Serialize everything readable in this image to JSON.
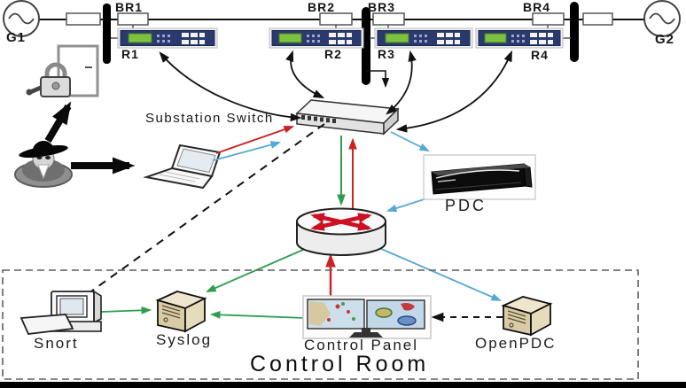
{
  "figure": {
    "description": "Substation cyber-physical testbed network diagram with attacker, relays, switch, PDC, router and control room"
  },
  "generators": [
    {
      "label": "G1"
    },
    {
      "label": "G2"
    }
  ],
  "breakers": [
    {
      "label": "BR1"
    },
    {
      "label": "BR2"
    },
    {
      "label": "BR3"
    },
    {
      "label": "BR4"
    }
  ],
  "relays": [
    {
      "label": "R1"
    },
    {
      "label": "R2"
    },
    {
      "label": "R3"
    },
    {
      "label": "R4"
    }
  ],
  "substation": {
    "switch_label": "Substation Switch",
    "pdc_label": "PDC"
  },
  "control_room": {
    "title": "Control Room",
    "snort_label": "Snort",
    "syslog_label": "Syslog",
    "control_panel_label": "Control Panel",
    "openpdc_label": "OpenPDC"
  },
  "icons": [
    "generator-icon",
    "bus-bar",
    "breaker-box",
    "relay-icon",
    "door-icon",
    "padlock-icon",
    "attacker-icon",
    "laptop-icon",
    "switch-icon",
    "pdc-icon",
    "router-icon",
    "snort-computer-icon",
    "syslog-server-icon",
    "control-panel-icon",
    "openpdc-server-icon"
  ],
  "colors": {
    "relay_body": "#2b3a6e",
    "relay_screen": "#7cc23e",
    "arrow_red": "#cc2222",
    "arrow_green": "#2f9e4f",
    "arrow_blue": "#58a8d6",
    "server_beige": "#d9cba6",
    "bus_black": "#000000",
    "pdc_black": "#0c0c0c"
  }
}
